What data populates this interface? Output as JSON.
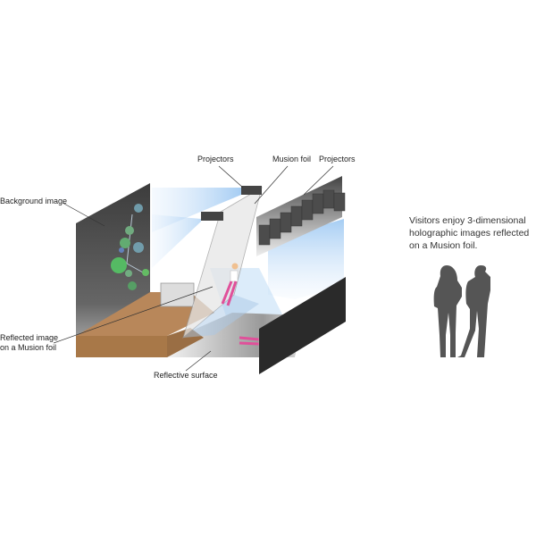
{
  "labels": {
    "projectors_left": "Projectors",
    "musion_foil": "Musion foil",
    "projectors_right": "Projectors",
    "background_image": "Background image",
    "reflected_image_line1": "Reflected image",
    "reflected_image_line2": "on a Musion foil",
    "reflective_surface": "Reflective surface"
  },
  "caption": {
    "line1": "Visitors enjoy 3-dimensional",
    "line2": "holographic images reflected",
    "line3": "on a Musion foil."
  },
  "colors": {
    "wall": "#4a4a4a",
    "stage": "#b8875a",
    "light": "#9cc8f0",
    "silhouette": "#555555",
    "figure": "#e0509a"
  }
}
